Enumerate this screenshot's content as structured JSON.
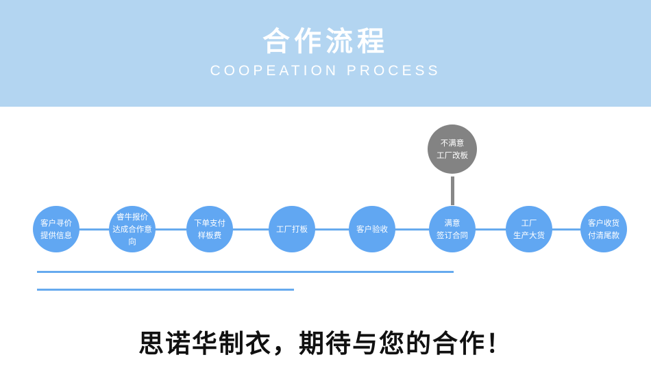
{
  "header": {
    "title": "合作流程",
    "subtitle": "COOPEATION PROCESS"
  },
  "flow": {
    "branch_node": {
      "line1": "不满意",
      "line2": "工厂改板"
    },
    "steps": [
      {
        "line1": "客户寻价",
        "line2": "提供信息"
      },
      {
        "line1": "睿牛报价",
        "line2": "达成合作意向"
      },
      {
        "line1": "下单支付",
        "line2": "样板费"
      },
      {
        "line1": "工厂打板",
        "line2": ""
      },
      {
        "line1": "客户验收",
        "line2": ""
      },
      {
        "line1": "满意",
        "line2": "签订合同"
      },
      {
        "line1": "工厂",
        "line2": "生产大货"
      },
      {
        "line1": "客户收货",
        "line2": "付清尾款"
      }
    ]
  },
  "footer": {
    "slogan": "思诺华制衣，期待与您的合作！"
  },
  "colors": {
    "banner": "#b3d5f1",
    "node": "#61a7f2",
    "branch_node": "#838383",
    "connector": "#66aaee"
  }
}
